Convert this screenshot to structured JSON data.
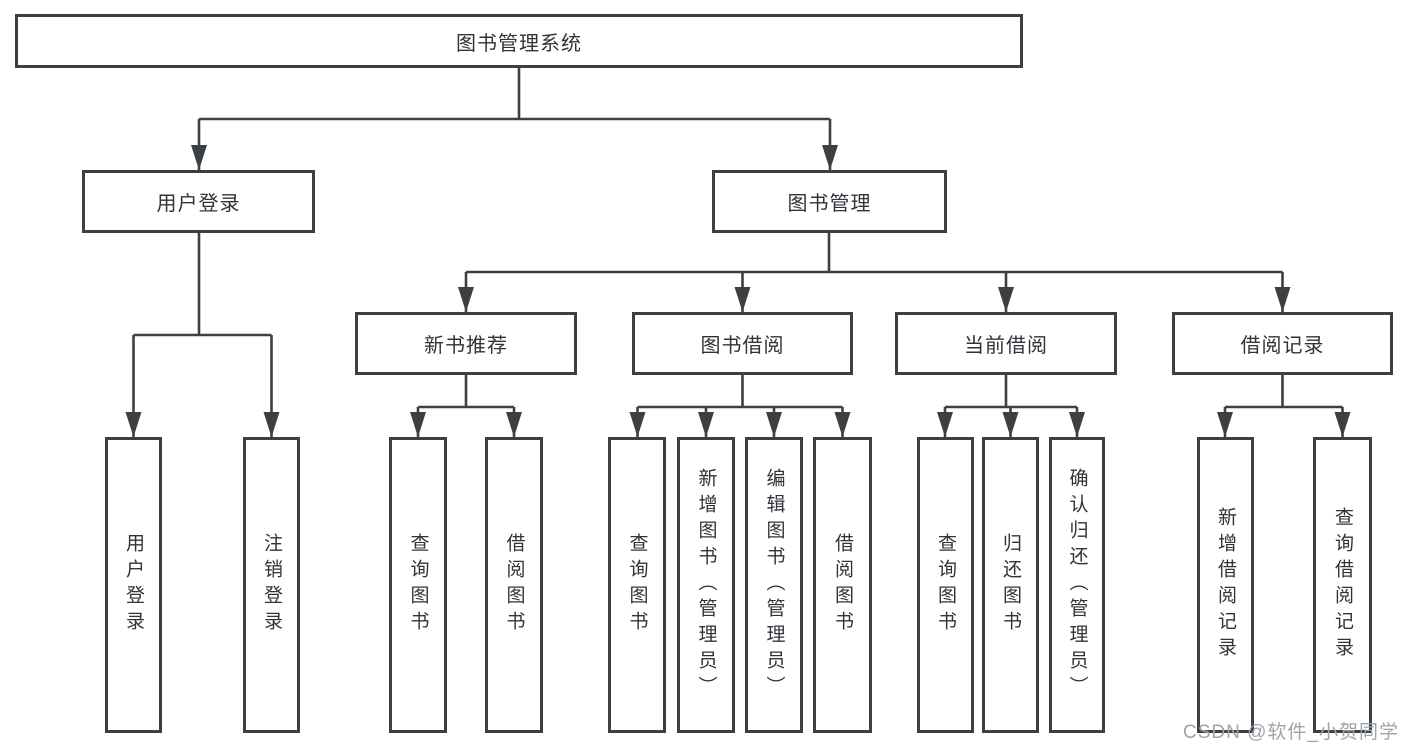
{
  "nodes": {
    "root": "图书管理系统",
    "level2": [
      "用户登录",
      "图书管理"
    ],
    "level3": [
      "新书推荐",
      "图书借阅",
      "当前借阅",
      "借阅记录"
    ],
    "leaves": {
      "user_login": [
        "用户登录",
        "注销登录"
      ],
      "new_books": [
        "查询图书",
        "借阅图书"
      ],
      "book_borrow": [
        "查询图书",
        "新增图书（管理员）",
        "编辑图书（管理员）",
        "借阅图书"
      ],
      "current_borrow": [
        "查询图书",
        "归还图书",
        "确认归还（管理员）"
      ],
      "borrow_records": [
        "新增借阅记录",
        "查询借阅记录"
      ]
    }
  },
  "watermark": "CSDN @软件_小贺同学",
  "colors": {
    "line": "#3c4043",
    "text": "#303338",
    "background": "#ffffff",
    "watermark": "#9ea4aa"
  }
}
